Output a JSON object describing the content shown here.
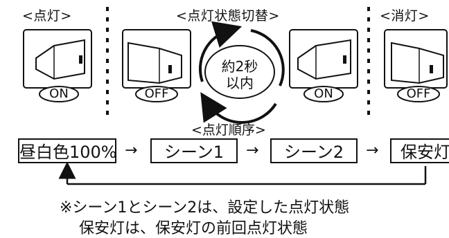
{
  "headers": {
    "on": "<点灯>",
    "switching": "<点灯状態切替>",
    "off": "<消灯>"
  },
  "switch_labels": {
    "on_1": "ON",
    "off_1": "OFF",
    "on_2": "ON",
    "off_2": "OFF"
  },
  "cycle": {
    "line1": "約2秒",
    "line2": "以内"
  },
  "order_label": "<点灯順序>",
  "sequence": [
    "昼白色100%",
    "シーン1",
    "シーン2",
    "保安灯"
  ],
  "arrow_glyph": "→",
  "notes": {
    "line1": "※シーン1とシーン2は、設定した点灯状態",
    "line2": "保安灯は、保安灯の前回点灯状態"
  }
}
